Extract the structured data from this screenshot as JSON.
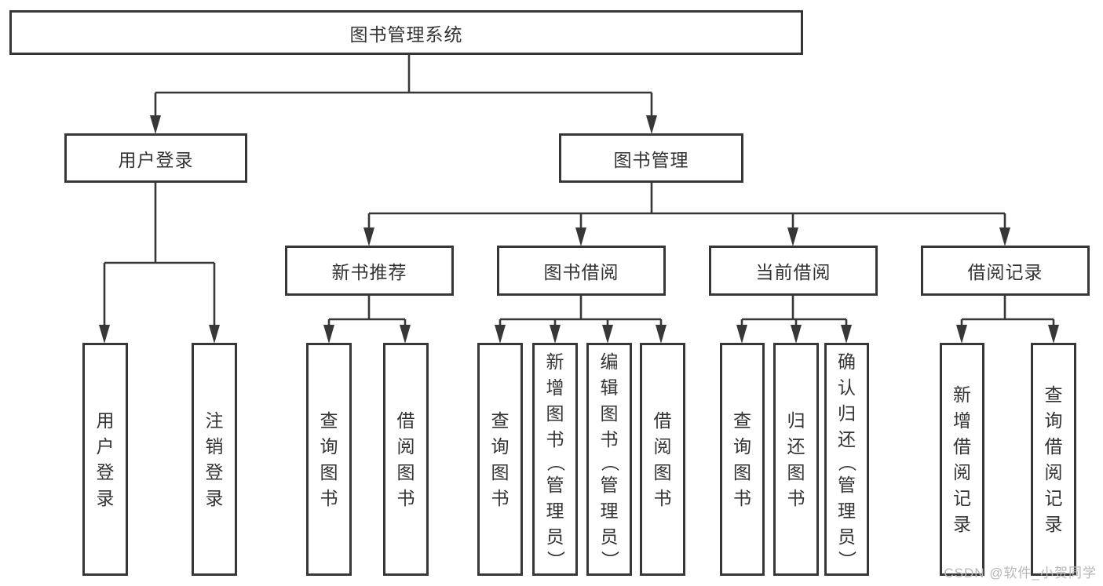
{
  "diagram": {
    "root": {
      "label": "图书管理系统"
    },
    "level2": {
      "user_login": {
        "label": "用户登录"
      },
      "book_management": {
        "label": "图书管理"
      }
    },
    "level3": {
      "new_book_recommendation": {
        "label": "新书推荐"
      },
      "book_borrowing": {
        "label": "图书借阅"
      },
      "current_borrowing": {
        "label": "当前借阅"
      },
      "borrowing_records": {
        "label": "借阅记录"
      }
    },
    "leaves": {
      "user_login_group": [
        "用户登录",
        "注销登录"
      ],
      "new_book_group": [
        "查询图书",
        "借阅图书"
      ],
      "borrowing_group": [
        "查询图书",
        "新增图书（管理员）",
        "编辑图书（管理员）",
        "借阅图书"
      ],
      "current_group": [
        "查询图书",
        "归还图书",
        "确认归还（管理员）"
      ],
      "records_group": [
        "新增借阅记录",
        "查询借阅记录"
      ]
    }
  },
  "watermark": "CSDN @软件_小贺同学",
  "colors": {
    "line": "#373737",
    "text": "#333333",
    "watermark": "#b7b7b7",
    "background": "#ffffff"
  }
}
